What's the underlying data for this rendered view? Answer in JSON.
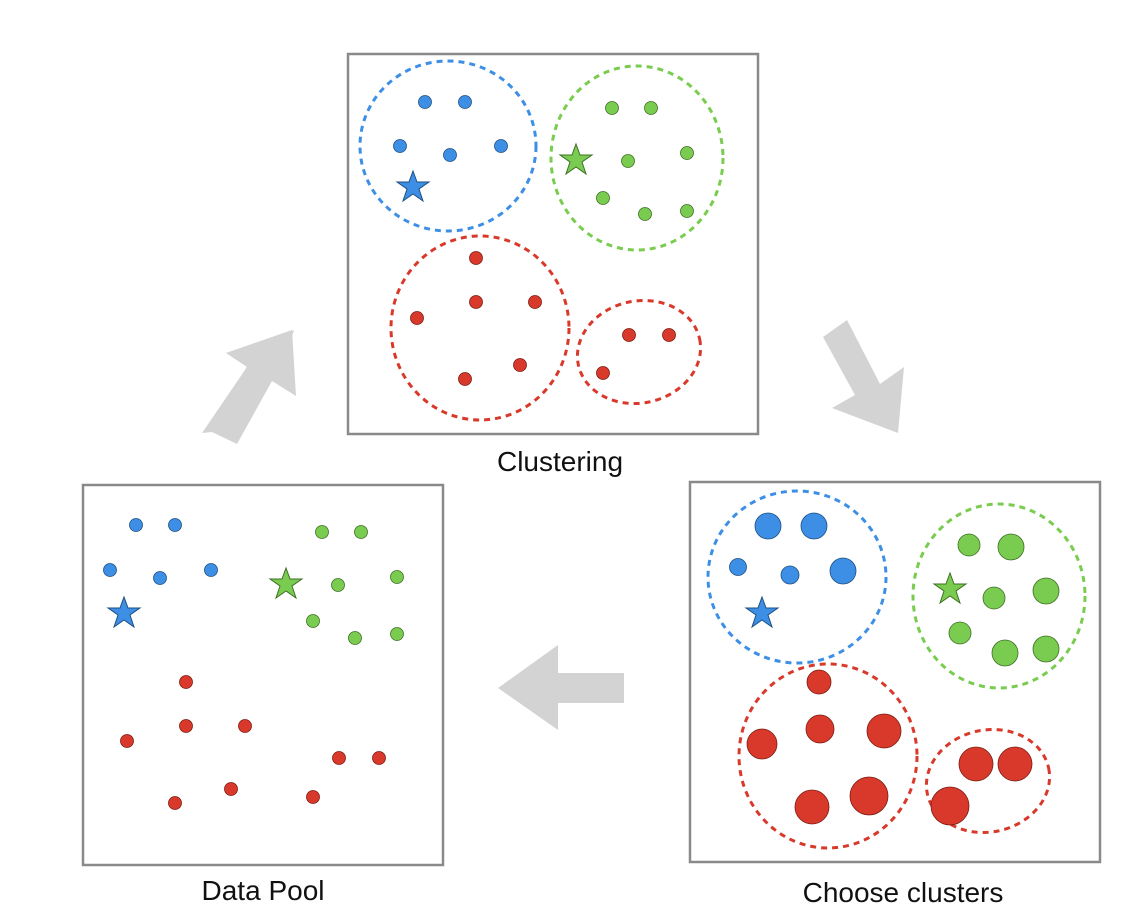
{
  "colors": {
    "blue": "#3d8fe6",
    "green": "#79cc4f",
    "red": "#d9392b",
    "frame": "#8a8a8a",
    "arrow": "#d3d3d3"
  },
  "panels": {
    "clustering": {
      "label": "Clustering",
      "stars": [
        "blue",
        "green"
      ]
    },
    "choose_clusters": {
      "label": "Choose clusters",
      "stars": [
        "blue",
        "green"
      ]
    },
    "data_pool": {
      "label": "Data Pool",
      "stars": [
        "blue",
        "green"
      ]
    }
  },
  "icons": {
    "arrows": [
      "arrow-up-right-icon",
      "arrow-down-right-icon",
      "arrow-left-icon"
    ],
    "star": "star-icon"
  }
}
